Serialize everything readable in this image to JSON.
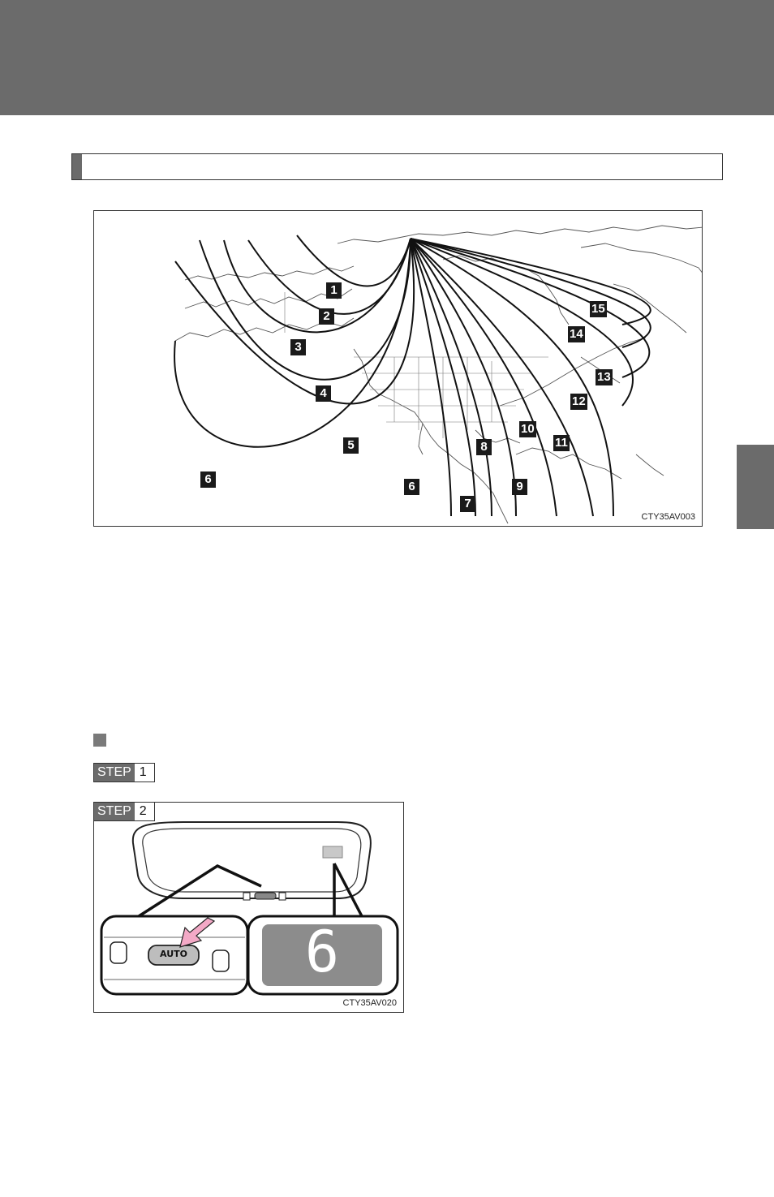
{
  "map_figure": {
    "zone_labels": [
      "1",
      "2",
      "3",
      "4",
      "5",
      "6",
      "6",
      "7",
      "8",
      "9",
      "10",
      "11",
      "12",
      "13",
      "14",
      "15"
    ],
    "code": "CTY35AV003"
  },
  "steps": [
    {
      "word": "STEP",
      "number": "1"
    },
    {
      "word": "STEP",
      "number": "2"
    }
  ],
  "mirror_figure": {
    "button_label": "AUTO",
    "display_digit": "6",
    "code": "CTY35AV020"
  }
}
